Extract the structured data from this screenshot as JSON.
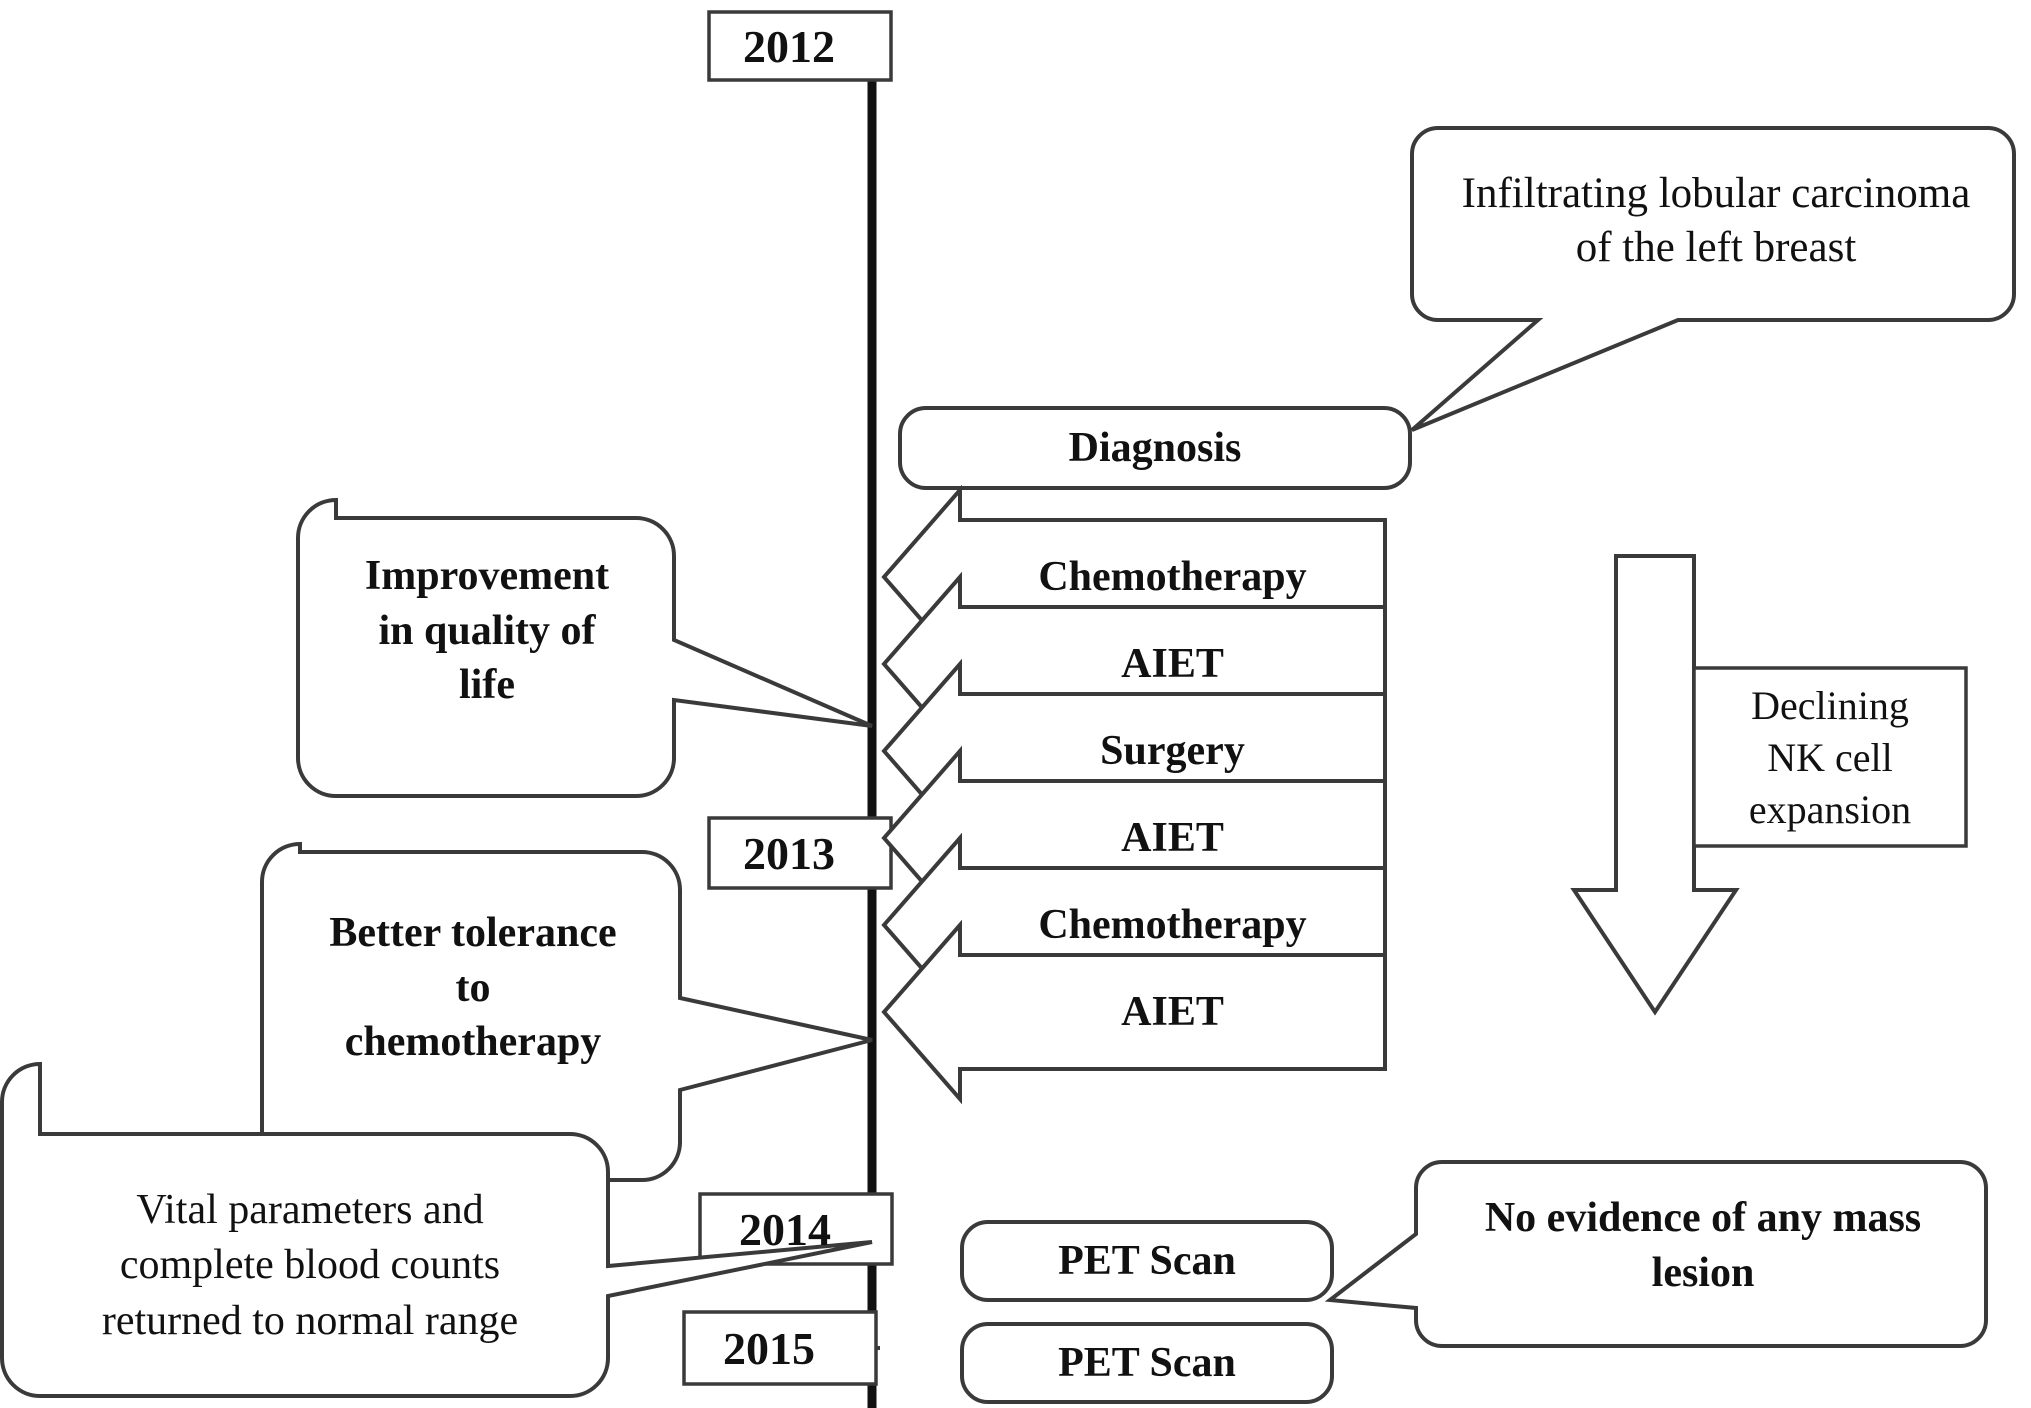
{
  "diagram": {
    "title": "Patient treatment timeline",
    "type": "medical-case-timeline",
    "stroke_color": "#3a3a3a",
    "axis_color": "#111111",
    "background": "#ffffff"
  },
  "timeline": {
    "axis_label": "vertical-time-axis",
    "years": [
      {
        "id": "y2012",
        "label": "2012"
      },
      {
        "id": "y2013",
        "label": "2013"
      },
      {
        "id": "y2014",
        "label": "2014"
      },
      {
        "id": "y2015",
        "label": "2015"
      }
    ]
  },
  "events": [
    {
      "id": "diagnosis",
      "label": "Diagnosis",
      "shape": "rounded-box"
    },
    {
      "id": "chemo-1",
      "label": "Chemotherapy",
      "shape": "left-arrow"
    },
    {
      "id": "aiet-1",
      "label": "AIET",
      "shape": "left-arrow"
    },
    {
      "id": "surgery",
      "label": "Surgery",
      "shape": "left-arrow"
    },
    {
      "id": "aiet-2",
      "label": "AIET",
      "shape": "left-arrow"
    },
    {
      "id": "chemo-2",
      "label": "Chemotherapy",
      "shape": "left-arrow"
    },
    {
      "id": "aiet-3",
      "label": "AIET",
      "shape": "left-arrow"
    },
    {
      "id": "pet-scan-1",
      "label": "PET Scan",
      "shape": "rounded-box"
    },
    {
      "id": "pet-scan-2",
      "label": "PET Scan",
      "shape": "rounded-box"
    }
  ],
  "callouts": [
    {
      "id": "infiltrating-lobular-carcinoma",
      "text": "Infiltrating lobular carcinoma of the left breast",
      "lines": [
        "Infiltrating lobular carcinoma",
        "of the left breast"
      ],
      "style": "regular",
      "side": "right",
      "points_to": "diagnosis"
    },
    {
      "id": "improvement-quality-of-life",
      "text": "Improvement in quality of life",
      "lines": [
        "Improvement",
        "in quality of",
        "life"
      ],
      "style": "bold",
      "side": "left",
      "points_to": "timeline"
    },
    {
      "id": "better-tolerance-to-chemotherapy",
      "text": "Better tolerance to chemotherapy",
      "lines": [
        "Better tolerance",
        "to",
        "chemotherapy"
      ],
      "style": "bold",
      "side": "left",
      "points_to": "timeline"
    },
    {
      "id": "vital-parameters-normal",
      "text": "Vital parameters and complete blood counts returned to normal range",
      "lines": [
        "Vital parameters and",
        "complete  blood counts",
        "returned to normal range"
      ],
      "style": "regular",
      "side": "left",
      "points_to": "timeline"
    },
    {
      "id": "no-evidence-of-mass-lesion",
      "text": "No evidence of any mass lesion",
      "lines": [
        "No evidence of any mass",
        "lesion"
      ],
      "style": "bold",
      "side": "right",
      "points_to": "pet-scan-1"
    }
  ],
  "annotations": [
    {
      "id": "declining-nk-cell-expansion",
      "text": "Declining NK cell expansion",
      "lines": [
        "Declining",
        "NK cell",
        "expansion"
      ],
      "style": "regular",
      "marker": "down-arrow",
      "shape": "rectangle"
    }
  ]
}
